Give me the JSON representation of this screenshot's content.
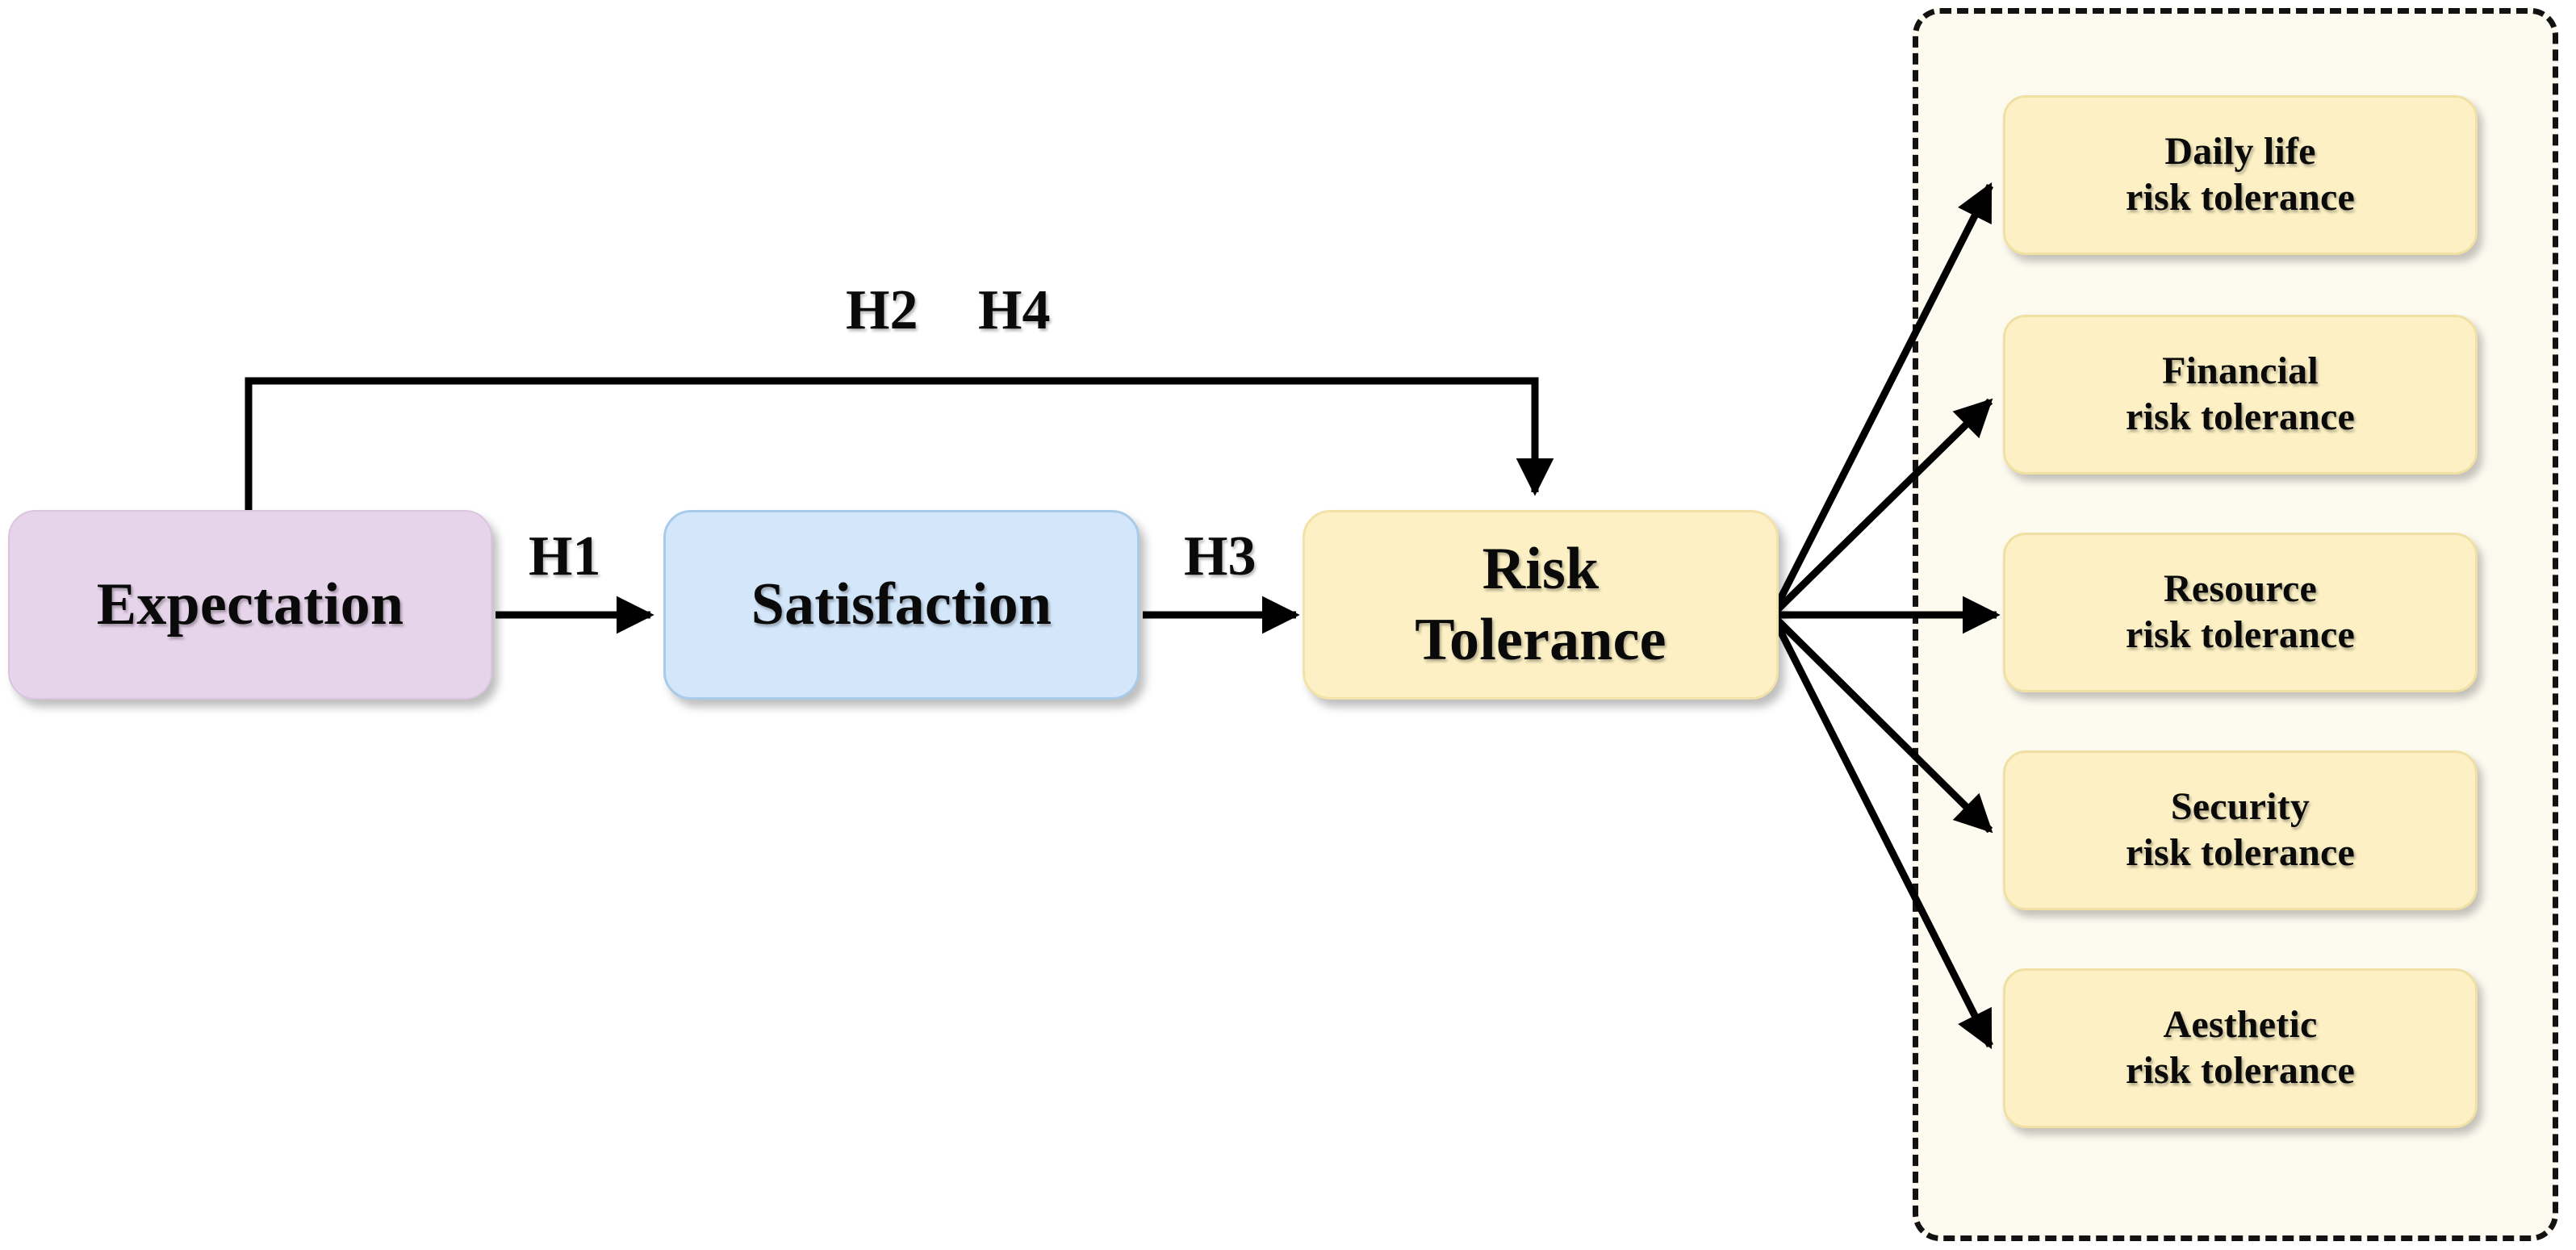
{
  "diagram": {
    "title": "Expectation–Satisfaction–Risk Tolerance research model",
    "colors": {
      "expectation_fill": "#E6D4EA",
      "satisfaction_fill": "#D3E6FA",
      "risk_fill": "#FCF0C4",
      "subdimension_fill": "#FCF0C4",
      "group_panel_fill": "#FDFAF0",
      "group_panel_border": "#121212",
      "connector": "#000000",
      "text": "#0A0A0A",
      "canvas": "#FFFFFF"
    },
    "nodes": {
      "expectation": {
        "label": "Expectation"
      },
      "satisfaction": {
        "label": "Satisfaction"
      },
      "risk_tolerance": {
        "line1": "Risk",
        "line2": "Tolerance"
      }
    },
    "hypotheses": [
      {
        "id": "H1",
        "label": "H1",
        "from": "Expectation",
        "to": "Satisfaction"
      },
      {
        "id": "H2",
        "label": "H2",
        "from": "Expectation",
        "to": "Risk Tolerance"
      },
      {
        "id": "H3",
        "label": "H3",
        "from": "Satisfaction",
        "to": "Risk Tolerance"
      },
      {
        "id": "H4",
        "label": "H4",
        "from": "Expectation",
        "to": "Risk Tolerance"
      }
    ],
    "subdimensions": {
      "group_label": "",
      "items": [
        {
          "line1": "Daily life",
          "line2": "risk tolerance"
        },
        {
          "line1": "Financial",
          "line2": "risk tolerance"
        },
        {
          "line1": "Resource",
          "line2": "risk tolerance"
        },
        {
          "line1": "Security",
          "line2": "risk tolerance"
        },
        {
          "line1": "Aesthetic",
          "line2": "risk tolerance"
        }
      ]
    }
  }
}
